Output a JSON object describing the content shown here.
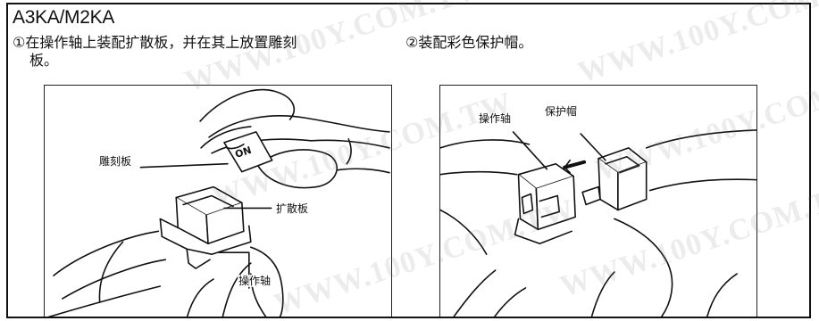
{
  "model_title": "A3KA/M2KA",
  "step1": {
    "text_line1": "①在操作轴上装配扩散板，并在其上放置雕刻",
    "text_line2": "板。"
  },
  "step2": {
    "text": "②装配彩色保护帽。"
  },
  "figure1": {
    "label_engraving_plate": "雕刻板",
    "label_diffuser": "扩散板",
    "label_shaft": "操作轴",
    "plate_marking": "ON"
  },
  "figure2": {
    "label_shaft": "操作轴",
    "label_cap": "保护帽"
  },
  "watermark_text": "WWW.100Y.COM.TW"
}
